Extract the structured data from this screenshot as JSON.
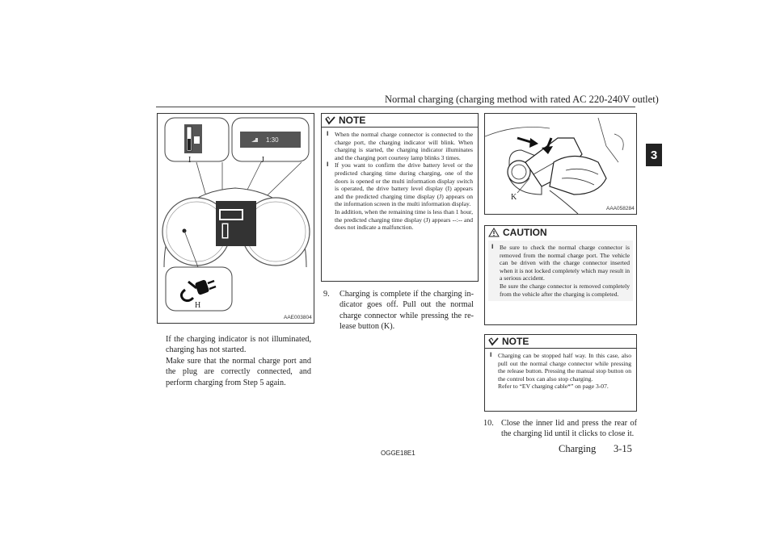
{
  "header": {
    "title": "Normal charging (charging method with rated AC 220-240V outlet)",
    "chapter": "3"
  },
  "figure1": {
    "code": "AAE003804",
    "label_i": "I",
    "label_j": "J",
    "label_h": "H",
    "time_display": "1:30"
  },
  "left_text": {
    "paragraph1": "If the charging indicator is not illumina­ted, charging has not started.",
    "paragraph2": "Make sure that the normal charge port and the plug are correctly connected, and perform charging from Step 5 again."
  },
  "note1": {
    "title": "NOTE",
    "items": [
      "When the normal charge connector is con­nected to the charge port, the charging indi­cator will blink. When charging is started, the charging indicator illuminates and the charging port courtesy lamp blinks 3 times.",
      "If you want to confirm the drive battery level or the predicted charging time during charg­ing, one of the doors is opened or the multi information display switch is operated, the drive battery level display (I) appears and the predicted charging time display (J) ap­pears on the information screen in the multi information display.",
      "In addition, when the remaining time is less than 1 hour, the predicted charging time dis­play (J) appears --:-- and does not indicate a malfunction."
    ]
  },
  "step9": {
    "number": "9.",
    "text": "Charging is complete if the charging in­dicator goes off. Pull out the normal charge connector while pressing the re­lease button (K)."
  },
  "figure2": {
    "code": "AAA058284",
    "label_k": "K"
  },
  "caution": {
    "title": "CAUTION",
    "items": [
      "Be sure to check the normal charge connec­tor is removed from the normal charge port. The vehicle can be driven with the charge connector inserted when it is not locked completely which may result in a serious ac­cident.",
      "Be sure the charge connector is removed completely from the vehicle after the charg­ing is completed."
    ]
  },
  "note2": {
    "title": "NOTE",
    "items": [
      "Charging can be stopped half way. In this case, also pull out the normal charge connec­tor while pressing the release button. Press­ing the manual stop button on the control box can also stop charging.",
      "Refer to “EV charging cable*” on page 3-07."
    ]
  },
  "step10": {
    "number": "10.",
    "text": "Close the inner lid and press the rear of the charging lid until it clicks to close it."
  },
  "footer": {
    "code": "OGGE18E1",
    "section": "Charging",
    "page": "3-15"
  }
}
